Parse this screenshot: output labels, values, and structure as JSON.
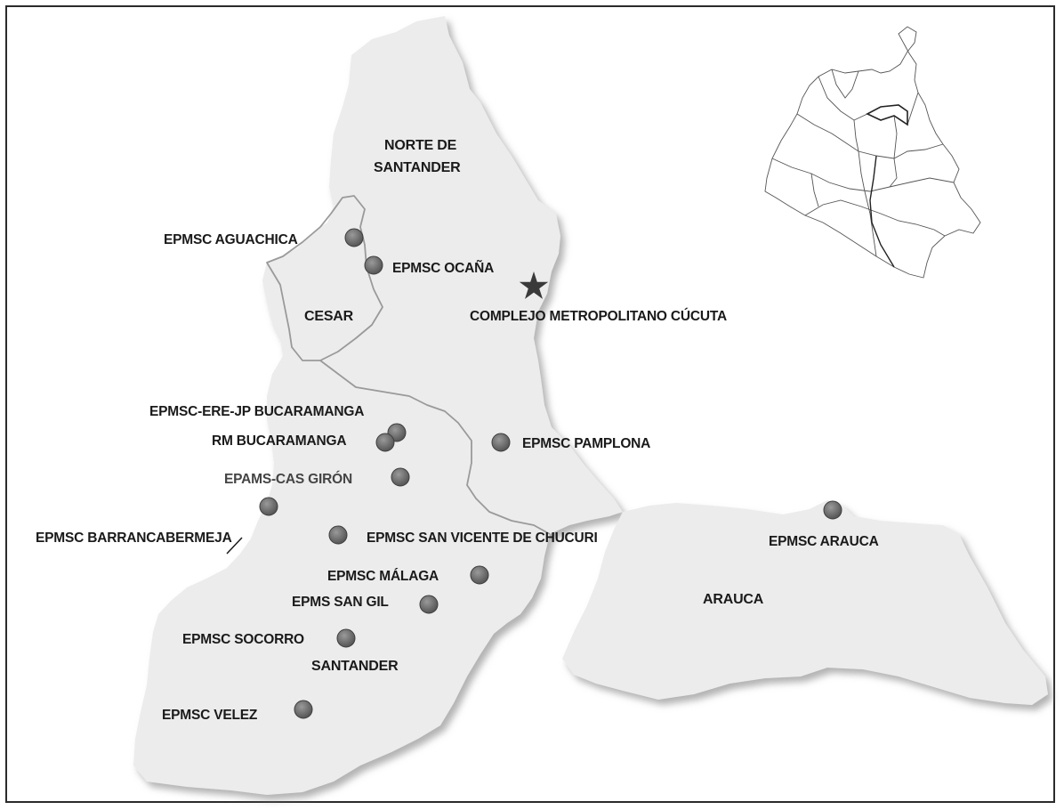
{
  "colors": {
    "land": "#ececec",
    "land_shadow": "#bdbdbd",
    "boundary": "#9a9a9a",
    "marker": "#6a6a6a",
    "marker_stroke": "#3e3e3e",
    "star": "#3a3a3a",
    "text": "#1a1a1a"
  },
  "regions": {
    "norte_line1": "NORTE DE",
    "norte_line2": "SANTANDER",
    "cesar": "CESAR",
    "santander": "SANTANDER",
    "arauca": "ARAUCA"
  },
  "facilities": [
    {
      "key": "aguachica",
      "name": "EPMSC AGUACHICA"
    },
    {
      "key": "ocana",
      "name": "EPMSC OCAÑA"
    },
    {
      "key": "ere_jp",
      "name": "EPMSC-ERE-JP BUCARAMANGA"
    },
    {
      "key": "rm_bga",
      "name": "RM BUCARAMANGA"
    },
    {
      "key": "giron",
      "name": "EPAMS-CAS GIRÓN"
    },
    {
      "key": "barranca",
      "name": "EPMSC BARRANCABERMEJA"
    },
    {
      "key": "san_vicente",
      "name": "EPMSC SAN VICENTE DE CHUCURI"
    },
    {
      "key": "malaga",
      "name": "EPMSC MÁLAGA"
    },
    {
      "key": "san_gil",
      "name": "EPMS SAN GIL"
    },
    {
      "key": "socorro",
      "name": "EPMSC SOCORRO"
    },
    {
      "key": "velez",
      "name": "EPMSC VELEZ"
    },
    {
      "key": "pamplona",
      "name": "EPMSC PAMPLONA"
    },
    {
      "key": "arauca",
      "name": "EPMSC ARAUCA"
    }
  ],
  "complex": {
    "name": "COMPLEJO METROPOLITANO CÚCUTA",
    "icon": "star-icon"
  },
  "inset": {
    "icon": "colombia-inset-map"
  }
}
